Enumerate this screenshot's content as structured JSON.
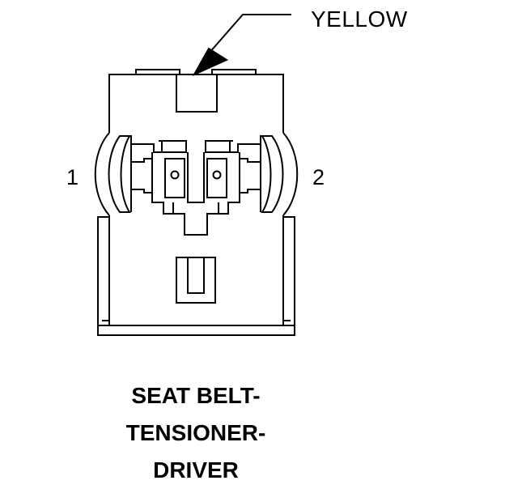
{
  "diagram": {
    "callout_label": "YELLOW",
    "pin_labels": [
      "1",
      "2"
    ],
    "title_lines": [
      "SEAT BELT-",
      "TENSIONER-",
      "DRIVER"
    ],
    "line_color": "#000000",
    "background": "#ffffff"
  }
}
